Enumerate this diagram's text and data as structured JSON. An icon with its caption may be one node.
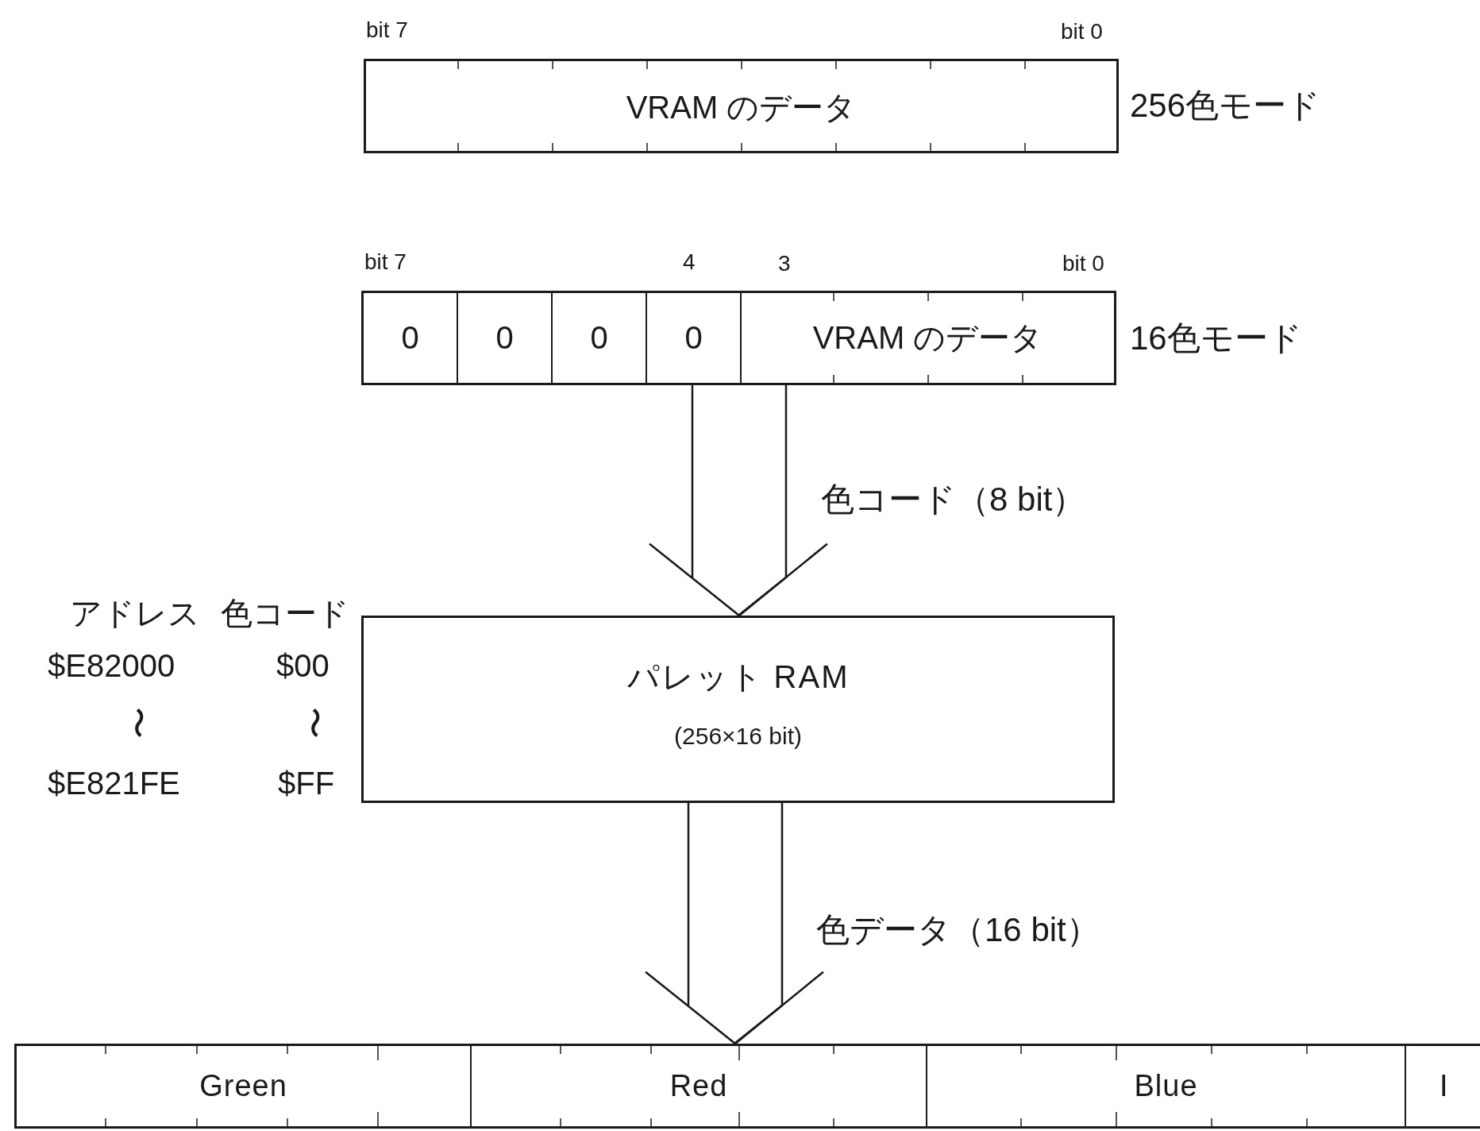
{
  "diagram": {
    "nodes": [
      {
        "text": [
          "VRAM のデータ"
        ],
        "beside": [
          "256色モード"
        ]
      },
      {
        "text": [
          "0",
          "0",
          "0",
          "0",
          "VRAM のデータ"
        ],
        "beside": [
          "16色モード"
        ]
      },
      {
        "text": [
          "パレット RAM",
          "(256×16 bit)"
        ]
      },
      {
        "text": [
          "Green",
          "Red",
          "Blue",
          "I"
        ]
      }
    ],
    "edges": [
      {
        "from": 1,
        "to": 2,
        "arrow": "to",
        "label": "色コード（8 bit）"
      },
      {
        "from": 2,
        "to": 3,
        "arrow": "to",
        "label": "色データ（16 bit）"
      }
    ],
    "labels": [
      "bit 7",
      "bit 0",
      "bit 7",
      "4",
      "3",
      "bit 0",
      "アドレス",
      "色コード",
      "$E82000",
      "$00",
      "〜",
      "〜",
      "$E821FE",
      "$FF"
    ]
  }
}
